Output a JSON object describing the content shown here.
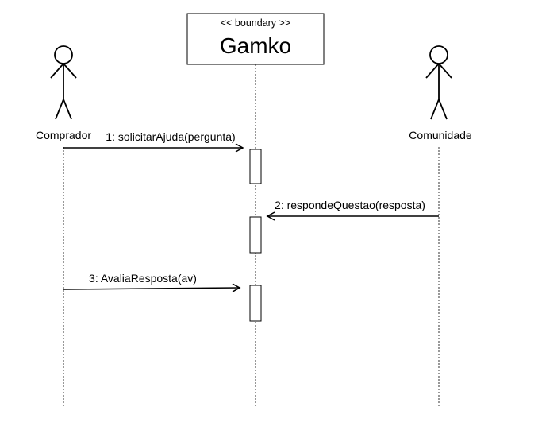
{
  "boundary": {
    "stereotype": "<< boundary >>",
    "name": "Gamko"
  },
  "actors": {
    "left": {
      "name": "Comprador"
    },
    "right": {
      "name": "Comunidade"
    }
  },
  "messages": [
    {
      "label": "1: solicitarAjuda(pergunta)"
    },
    {
      "label": "2: respondeQuestao(resposta)"
    },
    {
      "label": "3: AvaliaResposta(av)"
    }
  ]
}
